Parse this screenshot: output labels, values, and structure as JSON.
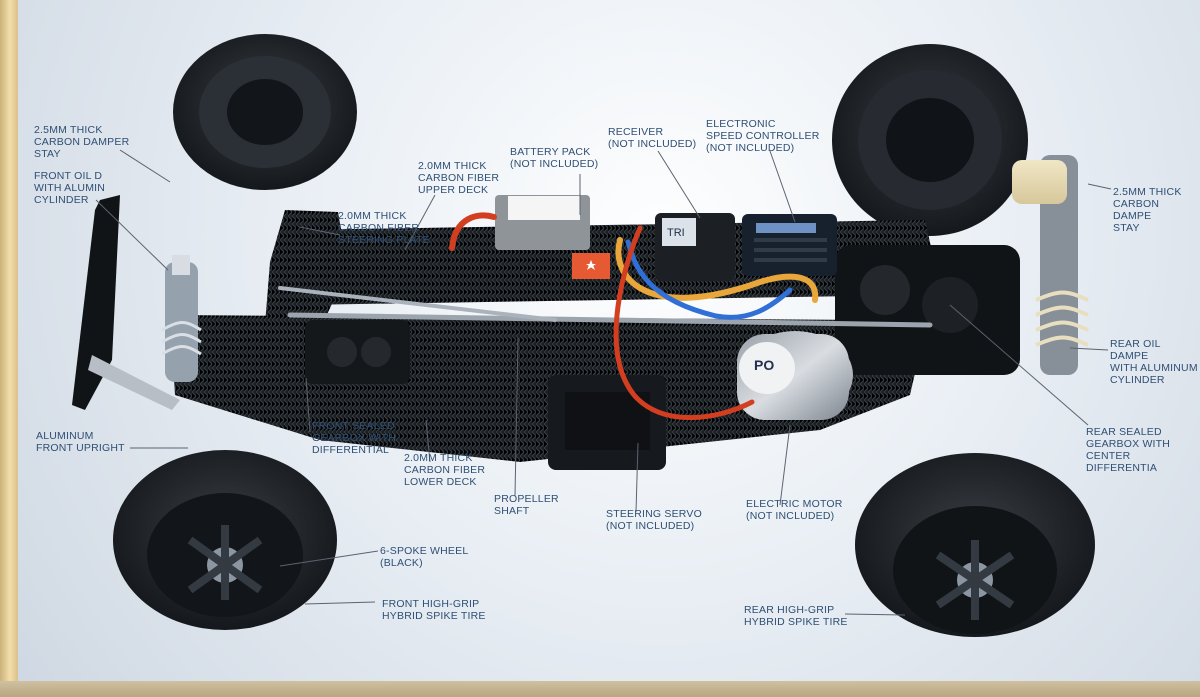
{
  "labels": {
    "front_damper_stay": "2.5mm THICK\nCARBON DAMPER\nSTAY",
    "front_oil_damper": "FRONT OIL D\nWITH ALUMIN\nCYLINDER",
    "upper_deck": "2.0mm THICK\nCARBON FIBER\nUPPER DECK",
    "steering_plate": "2.0mm THICK\nCARBON FIBER\nSTEERING PLATE",
    "battery_pack": "BATTERY PACK\n(NOT INCLUDED)",
    "receiver": "RECEIVER\n(NOT INCLUDED)",
    "esc": "ELECTRONIC\nSPEED CONTROLLER\n(NOT INCLUDED)",
    "rear_damper_stay": "2.5mm THICK\nCARBON DAMPE\nSTAY",
    "rear_oil_damper": "REAR OIL DAMPE\nWITH ALUMINUM\nCYLINDER",
    "rear_gearbox": "REAR SEALED\nGEARBOX WITH\nCENTER DIFFERENTIA",
    "aluminum_upright": "ALUMINUM\nFRONT UPRIGHT",
    "front_gearbox": "FRONT SEALED\nGEARBOX WITH\nDIFFERENTIAL",
    "lower_deck": "2.0mm THICK\nCARBON FIBER\nLOWER DECK",
    "propeller_shaft": "PROPELLER\nSHAFT",
    "steering_servo": "STEERING SERVO\n(NOT INCLUDED)",
    "electric_motor": "ELECTRIC MOTOR\n(NOT INCLUDED)",
    "wheel": "6-SPOKE WHEEL\n(BLACK)",
    "front_tire": "FRONT HIGH-GRIP\nHYBRID SPIKE TIRE",
    "rear_tire": "REAR HIGH-GRIP\nHYBRID SPIKE TIRE"
  },
  "colors": {
    "label_text": "#2f4f74",
    "leader_line": "#5c6370",
    "carbon": "#1f2429",
    "metal": "#c7ccd2",
    "red_wire": "#d43e20",
    "yellow_wire": "#e9a63a",
    "blue_wire": "#2f6fd6"
  }
}
